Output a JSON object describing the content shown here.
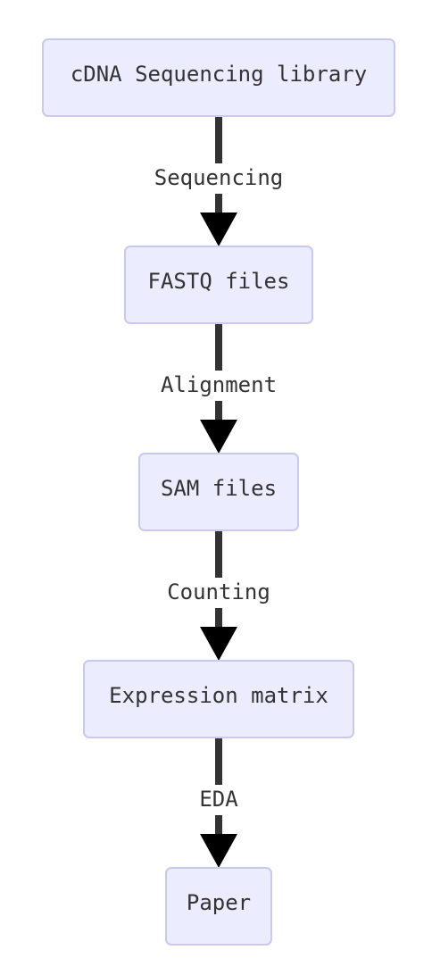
{
  "nodes": [
    {
      "id": "library",
      "label": "cDNA Sequencing library"
    },
    {
      "id": "fastq",
      "label": "FASTQ files"
    },
    {
      "id": "sam",
      "label": "SAM files"
    },
    {
      "id": "matrix",
      "label": "Expression matrix"
    },
    {
      "id": "paper",
      "label": "Paper"
    }
  ],
  "edges": [
    {
      "from": "library",
      "to": "fastq",
      "label": "Sequencing"
    },
    {
      "from": "fastq",
      "to": "sam",
      "label": "Alignment"
    },
    {
      "from": "sam",
      "to": "matrix",
      "label": "Counting"
    },
    {
      "from": "matrix",
      "to": "paper",
      "label": "EDA"
    }
  ],
  "colors": {
    "node_fill": "#ececff",
    "node_border": "#c9c9f0",
    "edge": "#333333",
    "arrow": "#000000",
    "text": "#333333"
  }
}
